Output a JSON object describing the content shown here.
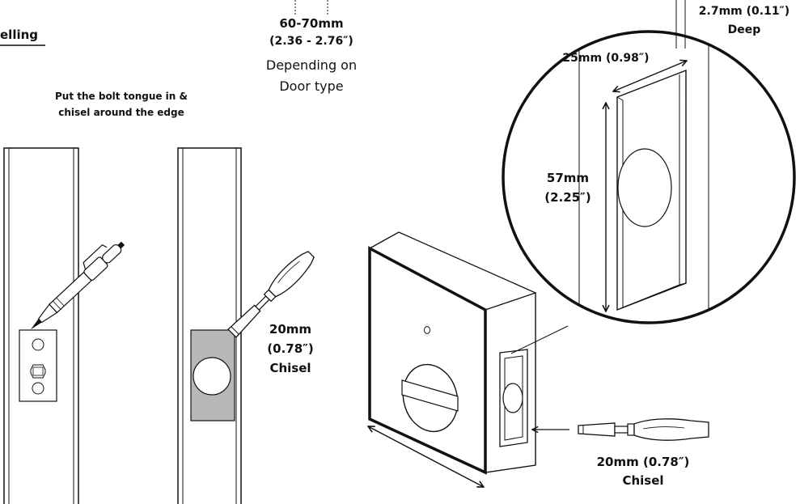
{
  "header": {
    "section_fragment": "elling"
  },
  "top_dimension": {
    "value_mm": "60-70mm",
    "value_in": "(2.36 - 2.76″)",
    "note_line1": "Depending on",
    "note_line2": "Door type"
  },
  "step_mark": {
    "line1": "Put the bolt tongue in &",
    "line2": "chisel around the edge"
  },
  "chisel_left": {
    "line1": "20mm",
    "line2": "(0.78″)",
    "line3": "Chisel"
  },
  "chisel_right": {
    "line1": "20mm (0.78″)",
    "line2": "Chisel"
  },
  "detail": {
    "depth_line1": "2.7mm (0.11″)",
    "depth_line2": "Deep",
    "width": "25mm (0.98″)",
    "height_line1": "57mm",
    "height_line2": "(2.25″)"
  },
  "colors": {
    "stroke": "#111111",
    "recess_fill": "#b7b7b7",
    "background": "#ffffff"
  }
}
